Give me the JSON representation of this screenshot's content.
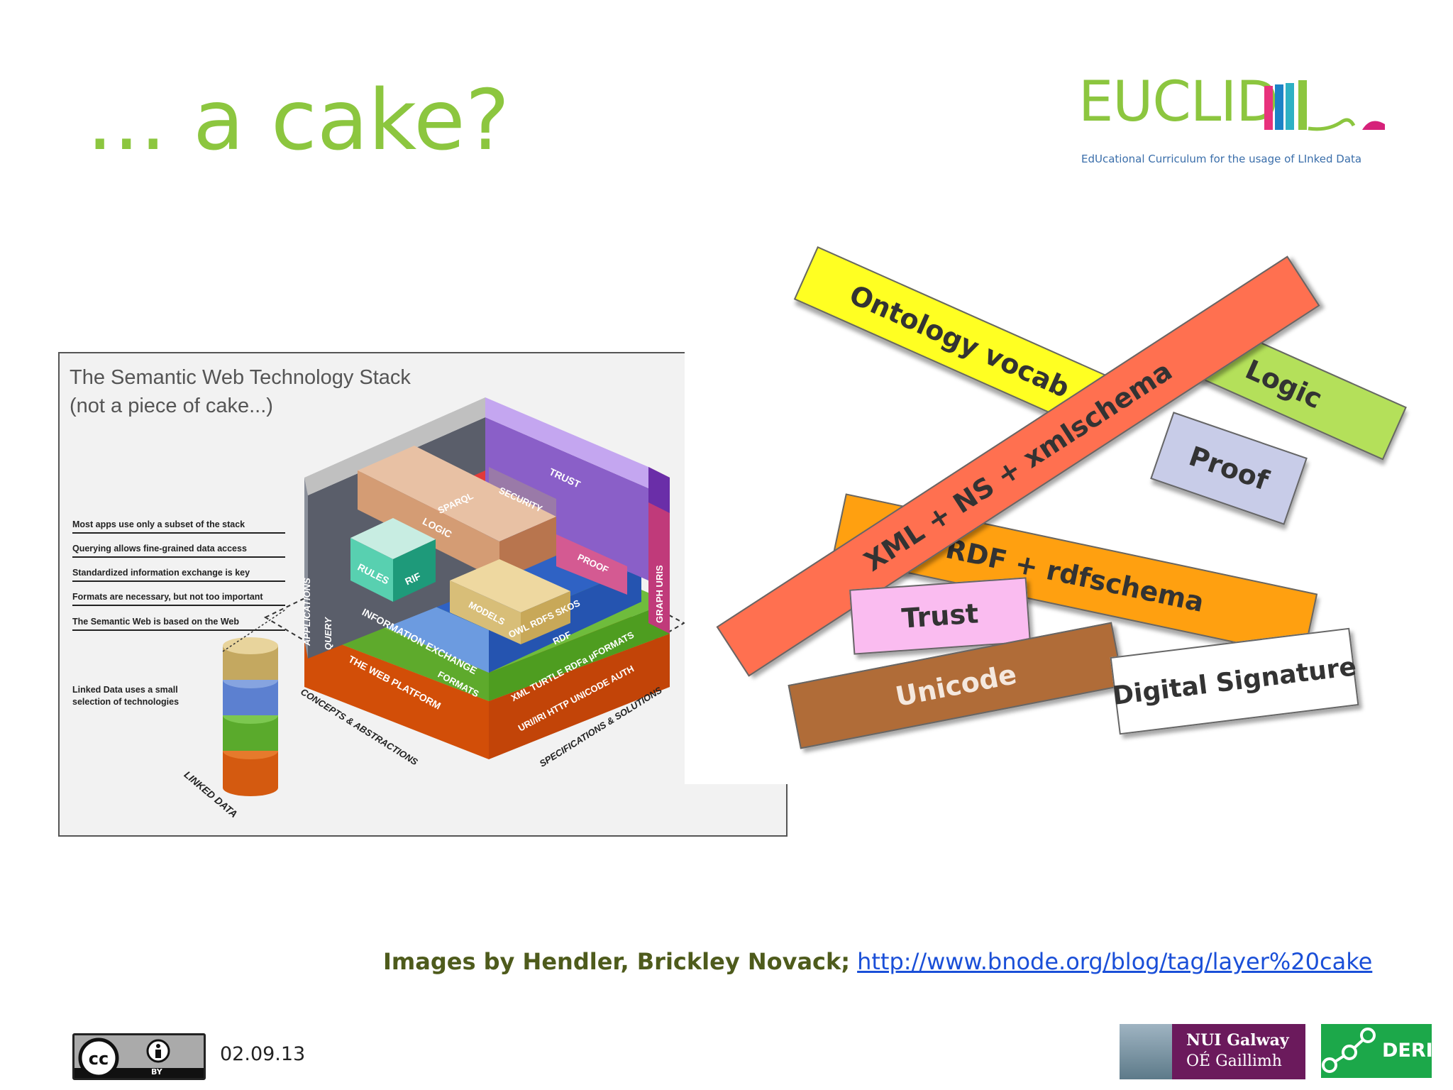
{
  "slide": {
    "title": "... a cake?",
    "date": "02.09.13",
    "credits_text": "Images by Hendler, Brickley Novack;",
    "credits_link": "http://www.bnode.org/blog/tag/layer%20cake"
  },
  "logo": {
    "word": "EUCLID",
    "subtitle": "EdUcational Curriculum for the usage of LInked Data"
  },
  "stack": {
    "title_line1": "The Semantic Web Technology Stack",
    "title_line2": "(not a piece of cake...)",
    "notes": [
      "Most apps use only a subset of the stack",
      "Querying allows fine-grained data access",
      "Standardized information exchange is key",
      "Formats are necessary, but not too important",
      "The Semantic Web is based on the Web"
    ],
    "linked_note_1": "Linked Data uses a small",
    "linked_note_2": "selection of technologies",
    "linked_data_label": "LINKED DATA",
    "labels": {
      "applications": "APPLICATIONS",
      "query": "QUERY",
      "sparql": "SPARQL",
      "security": "SECURITY",
      "trust": "TRUST",
      "proof": "PROOF",
      "logic": "LOGIC",
      "rules": "RULES",
      "rif": "RIF",
      "models": "MODELS",
      "owl": "OWL RDFS SKOS",
      "rdf": "RDF",
      "info_exchange": "INFORMATION EXCHANGE",
      "formats": "FORMATS",
      "xml_formats": "XML TURTLE RDFa µFORMATS",
      "web_platform": "THE WEB PLATFORM",
      "uri_auth": "URI/IRI HTTP UNICODE AUTH",
      "graph_uris": "GRAPH URIS",
      "concepts": "CONCEPTS & ABSTRACTIONS",
      "specs": "SPECIFICATIONS & SOLUTIONS"
    }
  },
  "tags": {
    "ontology": "Ontology vocab",
    "logic": "Logic",
    "proof": "Proof",
    "xml": "XML + NS + xmlschema",
    "rdf": "RDF + rdfschema",
    "trust": "Trust",
    "unicode": "Unicode",
    "digital_signature": "Digital Signature"
  },
  "footer": {
    "cc_label": "BY",
    "nui_line1": "NUI Galway",
    "nui_line2": "OÉ Gaillimh",
    "deri": "DERI"
  },
  "colors": {
    "title_green": "#8cc63f",
    "credits_olive": "#4e5b1c",
    "link_blue": "#1a4fd8",
    "nui_purple": "#6b1a5c",
    "deri_green": "#1ca84a"
  }
}
